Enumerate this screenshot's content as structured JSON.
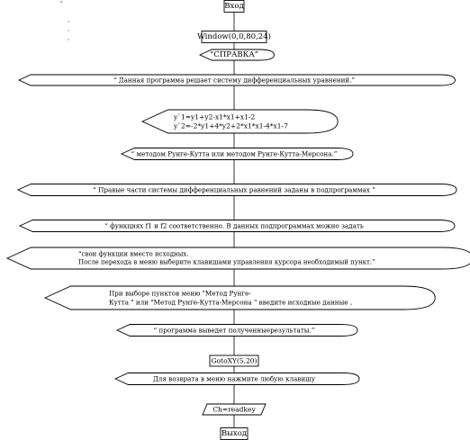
{
  "flowchart": {
    "nodes": [
      {
        "id": "start",
        "shape": "rect",
        "lines": [
          "Вход"
        ]
      },
      {
        "id": "window",
        "shape": "rect",
        "lines": [
          "Window(0,0,80,24)"
        ]
      },
      {
        "id": "title",
        "shape": "display",
        "lines": [
          "“СПРАВКА”"
        ]
      },
      {
        "id": "out1",
        "shape": "display",
        "lines": [
          "“ Данная программа решает систему дифференциальных уравнений.”"
        ]
      },
      {
        "id": "system",
        "shape": "display",
        "lines": [
          "y`1=y1+y2-x1*x1+x1-2",
          "y`2=-2*y1+4*y2+2*x1*x1-4*x1-7"
        ]
      },
      {
        "id": "out2",
        "shape": "display",
        "lines": [
          "“ методом Рунге-Кутта или методом Рунге-Кутта-Мерсона.”"
        ]
      },
      {
        "id": "out3",
        "shape": "display",
        "lines": [
          "“ Правые части системы дифференциальных равнений заданы в подпрограммах ”"
        ]
      },
      {
        "id": "out4",
        "shape": "display",
        "lines": [
          "“ функциях f1 и f2 соответственно. В данных подпрограммах можно задать"
        ]
      },
      {
        "id": "out5",
        "shape": "display",
        "lines": [
          "“свои функции вместо исходных.",
          "После перехода в меню выберите клавишами управления курсора необходимый пункт.”"
        ]
      },
      {
        "id": "out6",
        "shape": "display",
        "lines": [
          "При выборе пунктов меню \"Метод Рунге-",
          "Кутта \" или \"Метод Рунге-Кутта-Мерсона \" введите исходные данные ,"
        ]
      },
      {
        "id": "out7",
        "shape": "display",
        "lines": [
          "“ программа выведет полученныерезультаты.”"
        ]
      },
      {
        "id": "goto",
        "shape": "rect",
        "lines": [
          "GotoXY(5,20)"
        ]
      },
      {
        "id": "out8",
        "shape": "display",
        "lines": [
          "Для возврата в меню нажмите любую клавишу"
        ]
      },
      {
        "id": "readkey",
        "shape": "parallelogram",
        "lines": [
          "Ch=readkey"
        ]
      },
      {
        "id": "end",
        "shape": "rect",
        "lines": [
          "Выход"
        ]
      }
    ]
  }
}
